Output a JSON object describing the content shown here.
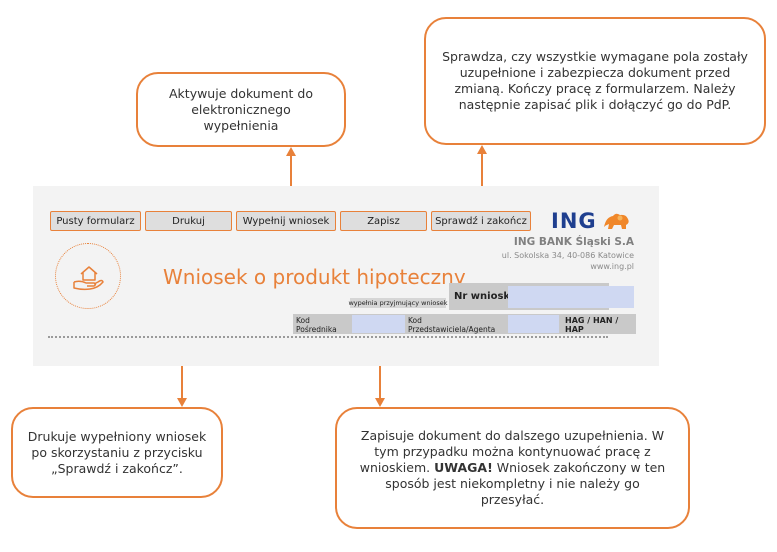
{
  "callouts": {
    "top_left": "Aktywuje dokument do elektronicznego wypełnienia",
    "top_right": "Sprawdza, czy wszystkie wymagane pola zostały uzupełnione i zabezpiecza dokument przed zmianą. Kończy pracę z formularzem. Należy następnie zapisać plik i dołączyć go do PdP.",
    "bottom_left": "Drukuje wypełniony wniosek po skorzystaniu z przycisku „Sprawdź i zakończ”.",
    "bottom_right": {
      "text_before": "Zapisuje dokument do dalszego uzupełnienia. W tym przypadku można kontynuować pracę z wnioskiem. ",
      "warning": "UWAGA!",
      "text_after": " Wniosek zakończony w ten sposób jest niekompletny i nie należy go przesyłać."
    }
  },
  "toolbar": {
    "empty_form": "Pusty formularz",
    "print": "Drukuj",
    "fill": "Wypełnij wniosek",
    "save": "Zapisz",
    "check_finish": "Sprawdź i zakończ"
  },
  "bank": {
    "logo": "ING",
    "name": "ING BANK Śląski S.A",
    "address": "ul. Sokolska 34, 40-086 Katowice",
    "website": "www.ing.pl"
  },
  "form": {
    "title": "Wniosek o produkt hipoteczny",
    "filled_by_label": "wypełnia przyjmujący wniosek",
    "application_number_label": "Nr wniosku",
    "application_number_value": "",
    "broker_code_label": "Kod Pośrednika",
    "broker_code_value": "",
    "agent_code_label": "Kod Przedstawiciela/Agenta",
    "agent_code_value": "",
    "codes": "HAG / HAN / HAP"
  },
  "colors": {
    "accent": "#e8813a",
    "brand_blue": "#1f3f8f",
    "input_fill": "#cfd8f2"
  },
  "icons": [
    "house-in-hand-icon",
    "ing-lion-icon"
  ]
}
